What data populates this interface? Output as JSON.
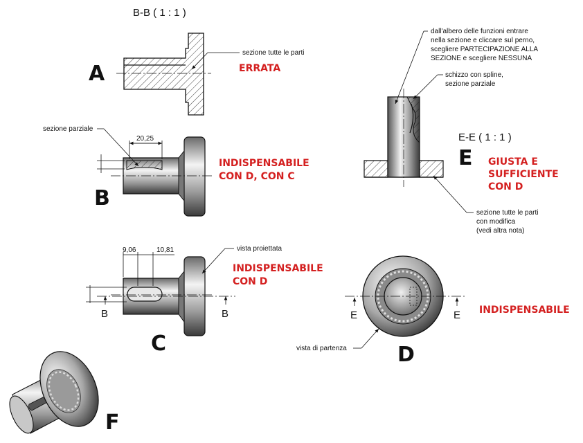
{
  "views": {
    "A": {
      "letter": "A",
      "verdict": "ERRATA",
      "section_label": "B-B ( 1 : 1 )",
      "note": "sezione tutte le parti"
    },
    "B": {
      "letter": "B",
      "verdict_line1": "INDISPENSABILE",
      "verdict_line2": "CON D, CON C",
      "note": "sezione parziale",
      "dimension": "20,25"
    },
    "C": {
      "letter": "C",
      "verdict_line1": "INDISPENSABILE",
      "verdict_line2": "CON D",
      "note": "vista proiettata",
      "dimension_1": "9,06",
      "dimension_2": "10,81",
      "cut_left": "B",
      "cut_right": "B"
    },
    "D": {
      "letter": "D",
      "verdict": "INDISPENSABILE",
      "note": "vista di partenza",
      "cut_left": "E",
      "cut_right": "E"
    },
    "E": {
      "letter": "E",
      "verdict_line1": "GIUSTA E",
      "verdict_line2": "SUFFICIENTE",
      "verdict_line3": "CON D",
      "section_label": "E-E ( 1 : 1 )",
      "note_top_1": "dall'albero delle funzioni entrare",
      "note_top_2": "nella sezione e cliccare sul perno,",
      "note_top_3": "scegliere PARTECIPAZIONE ALLA",
      "note_top_4": "SEZIONE e scegliere NESSUNA",
      "note_mid_1": "schizzo con spline,",
      "note_mid_2": "sezione parziale",
      "note_bot_1": "sezione tutte le parti",
      "note_bot_2": "con modifica",
      "note_bot_3": "(vedi altra nota)"
    },
    "F": {
      "letter": "F"
    }
  },
  "colors": {
    "verdict": "#d42020",
    "ink": "#111111"
  }
}
